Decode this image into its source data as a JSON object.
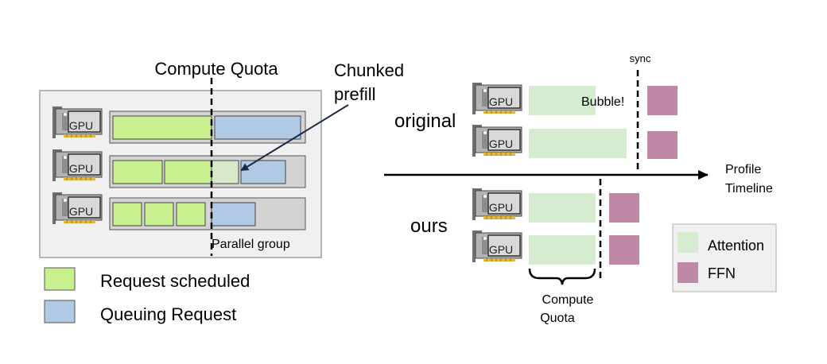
{
  "gpu_label": "GPU",
  "left": {
    "compute_quota_label": "Compute Quota",
    "chunked_prefill_line1": "Chunked",
    "chunked_prefill_line2": "prefill",
    "parallel_group_label": "Parallel group",
    "legend": [
      {
        "label": "Request scheduled",
        "color": "#c8f08f"
      },
      {
        "label": "Queuing Request",
        "color": "#b0c9e5"
      }
    ]
  },
  "right": {
    "sync_label": "sync",
    "bubble_label": "Bubble!",
    "original_label": "original",
    "ours_label": "ours",
    "timeline_line1": "Profile",
    "timeline_line2": "Timeline",
    "compute_quota_line1": "Compute",
    "compute_quota_line2": "Quota",
    "legend": [
      {
        "label": "Attention",
        "color": "#d5ecd0"
      },
      {
        "label": "FFN",
        "color": "#bf88a6"
      }
    ]
  },
  "colors": {
    "scheduled": "#c8f08f",
    "queuing": "#b0c9e5",
    "attention": "#d5ecd0",
    "ffn": "#bf88a6",
    "panel": "#f0f0f0",
    "row_bg": "#d3d3d3"
  }
}
